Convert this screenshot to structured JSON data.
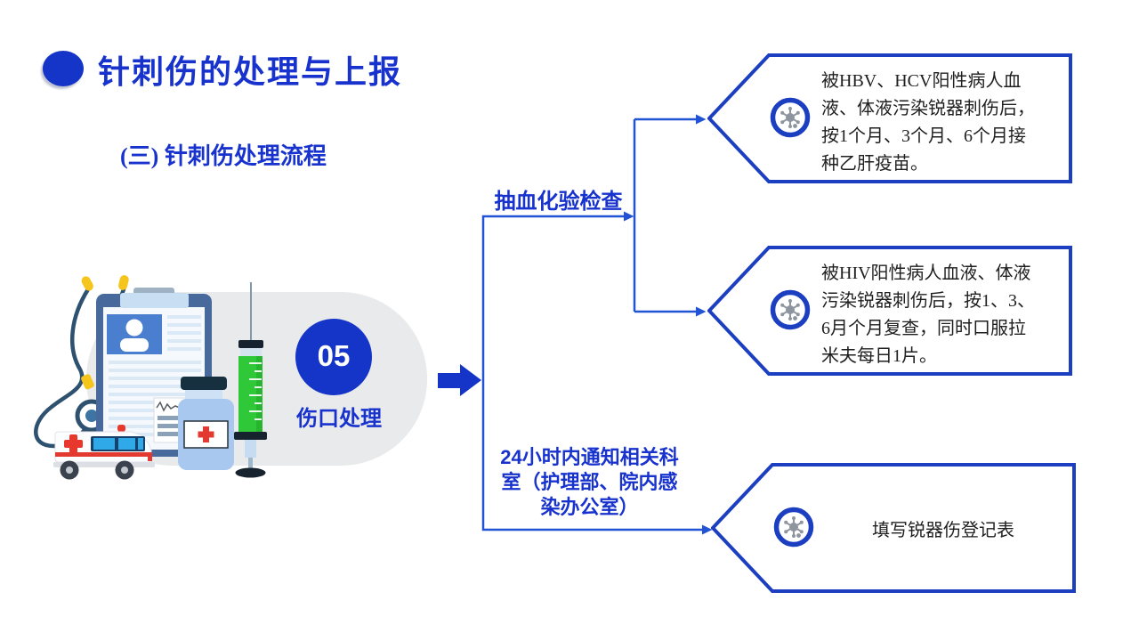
{
  "slide": {
    "title": "针刺伤的处理与上报",
    "subtitle": "(三) 针刺伤处理流程"
  },
  "stage_badge": {
    "number": "05",
    "label": "伤口处理"
  },
  "flow": {
    "branch_top_label": "抽血化验检查",
    "branch_bottom_label": "24小时内通知相关科\n室（护理部、院内感\n染办公室）"
  },
  "result_boxes": [
    {
      "icon": "virus-icon",
      "text": "被HBV、HCV阳性病人血\n液、体液污染锐器刺伤后，\n按1个月、3个月、6个月接\n种乙肝疫苗。"
    },
    {
      "icon": "virus-icon",
      "text": "被HIV阳性病人血液、体液\n污染锐器刺伤后，按1、3、\n6月个月复查，同时口服拉\n米夫每日1片。"
    },
    {
      "icon": "virus-icon",
      "text": "填写锐器伤登记表"
    }
  ],
  "illustration": {
    "items": [
      "clipboard-icon",
      "stethoscope-icon",
      "ambulance-icon",
      "medicine-bottle-icon",
      "syringe-icon",
      "monitor-card-icon"
    ]
  },
  "colors": {
    "title_blue": "#1732cd",
    "accent_blue": "#1535c8",
    "box_border_blue": "#1b3fc0",
    "connector_blue": "#2153d4",
    "syringe_green": "#2ec838",
    "cross_red": "#e23a30",
    "text_black": "#1f1f1f",
    "capsule_gray": "#e9eaeb"
  }
}
